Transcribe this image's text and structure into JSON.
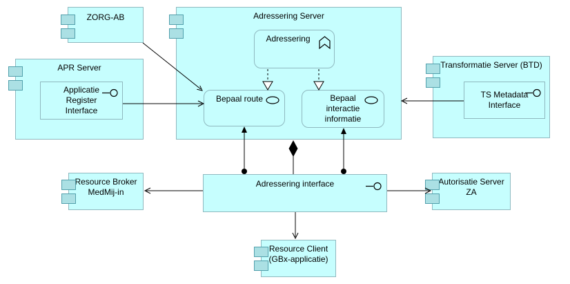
{
  "colors": {
    "node_fill": "#C6FEFE",
    "node_border": "#8FB8BF",
    "icon_fill": "#ABE0E4",
    "icon_border": "#52A0AC",
    "line": "#000000",
    "text": "#000000",
    "background": "#FFFFFF"
  },
  "icons": {
    "component": "component-icon",
    "interface": "lollipop-interface-icon",
    "service": "oval-service-icon",
    "process": "chevron-process-icon"
  },
  "nodes": {
    "zorg_ab": {
      "label": "ZORG-AB",
      "type": "component"
    },
    "apr_server": {
      "label": "APR Server",
      "type": "component"
    },
    "applicatie_register_interface": {
      "label": "Applicatie\nRegister\nInterface",
      "type": "interface"
    },
    "adressering_server": {
      "label": "Adressering Server",
      "type": "component"
    },
    "adressering": {
      "label": "Adressering",
      "type": "process"
    },
    "bepaal_route": {
      "label": "Bepaal route",
      "type": "service"
    },
    "bepaal_interactie_informatie": {
      "label": "Bepaal\ninteractie\ninformatie",
      "type": "service"
    },
    "transformatie_server": {
      "label": "Transformatie Server (BTD)",
      "type": "component"
    },
    "ts_metadata_interface": {
      "label": "TS Metadata\nInterface",
      "type": "interface"
    },
    "resource_broker": {
      "label": "Resource Broker\nMedMij-in",
      "type": "component"
    },
    "adressering_interface": {
      "label": "Adressering interface",
      "type": "interface"
    },
    "autorisatie_server": {
      "label": "Autorisatie Server\nZA",
      "type": "component"
    },
    "resource_client": {
      "label": "Resource Client\n(GBx-applicatie)",
      "type": "component"
    }
  }
}
